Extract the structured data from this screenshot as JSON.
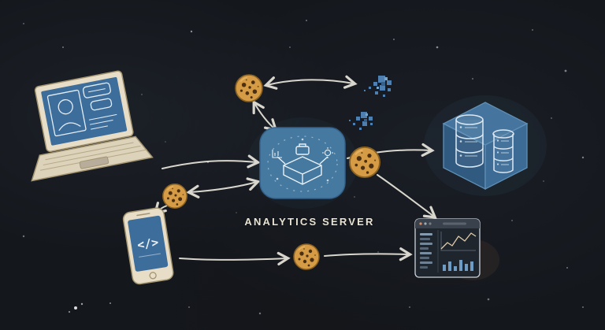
{
  "diagram": {
    "label": "ANALYTICS SERVER",
    "phone_screen_glyph": "</>",
    "colors": {
      "background": "#14171c",
      "server_blue": "#46799f",
      "screen_blue": "#3d6d9b",
      "cookie": "#d69c45",
      "arrow": "#e9e6dc",
      "label_text": "#e9e3d3",
      "device_body": "#e8dec8"
    },
    "icons": [
      "laptop-client",
      "smartphone-client",
      "cookie",
      "analytics-server",
      "data-fragments",
      "database",
      "analytics-dashboard"
    ]
  }
}
